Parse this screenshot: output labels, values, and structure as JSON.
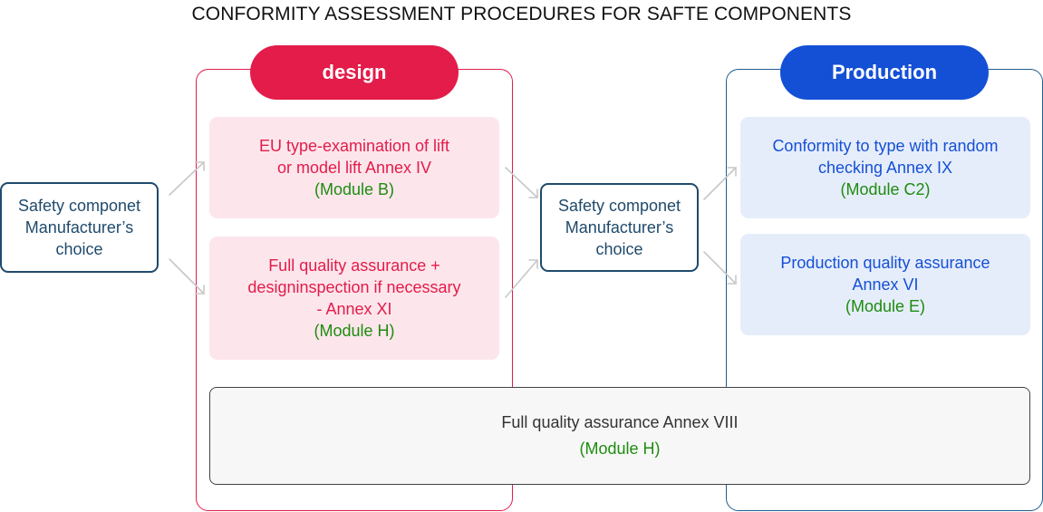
{
  "title": "CONFORMITY ASSESSMENT PROCEDURES FOR SAFTE COMPONENTS",
  "colors": {
    "design_accent": "#e31c4a",
    "production_accent": "#1450d6",
    "module_text": "#1e8c0f",
    "choice_border": "#1f4a6c",
    "arrow": "#c8c8c8"
  },
  "left_choice": {
    "lines": [
      "Safety componet",
      "Manufacturer’s",
      "choice"
    ]
  },
  "design": {
    "label": "design",
    "cards": [
      {
        "lines": [
          "EU type-examination of lift",
          "or model lift Annex IV"
        ],
        "module": "(Module B)"
      },
      {
        "lines": [
          "Full quality assurance +",
          "designinspection if necessary",
          "- Annex XI"
        ],
        "module": "(Module H)"
      }
    ]
  },
  "middle_choice": {
    "lines": [
      "Safety componet",
      "Manufacturer’s",
      "choice"
    ]
  },
  "production": {
    "label": "Production",
    "cards": [
      {
        "lines": [
          "Conformity to type with random",
          "checking Annex IX"
        ],
        "module": "(Module C2)"
      },
      {
        "lines": [
          "Production quality assurance",
          "Annex VI"
        ],
        "module": "(Module E)"
      }
    ]
  },
  "bottom": {
    "text": "Full quality assurance Annex VIII",
    "module": "(Module H)"
  }
}
